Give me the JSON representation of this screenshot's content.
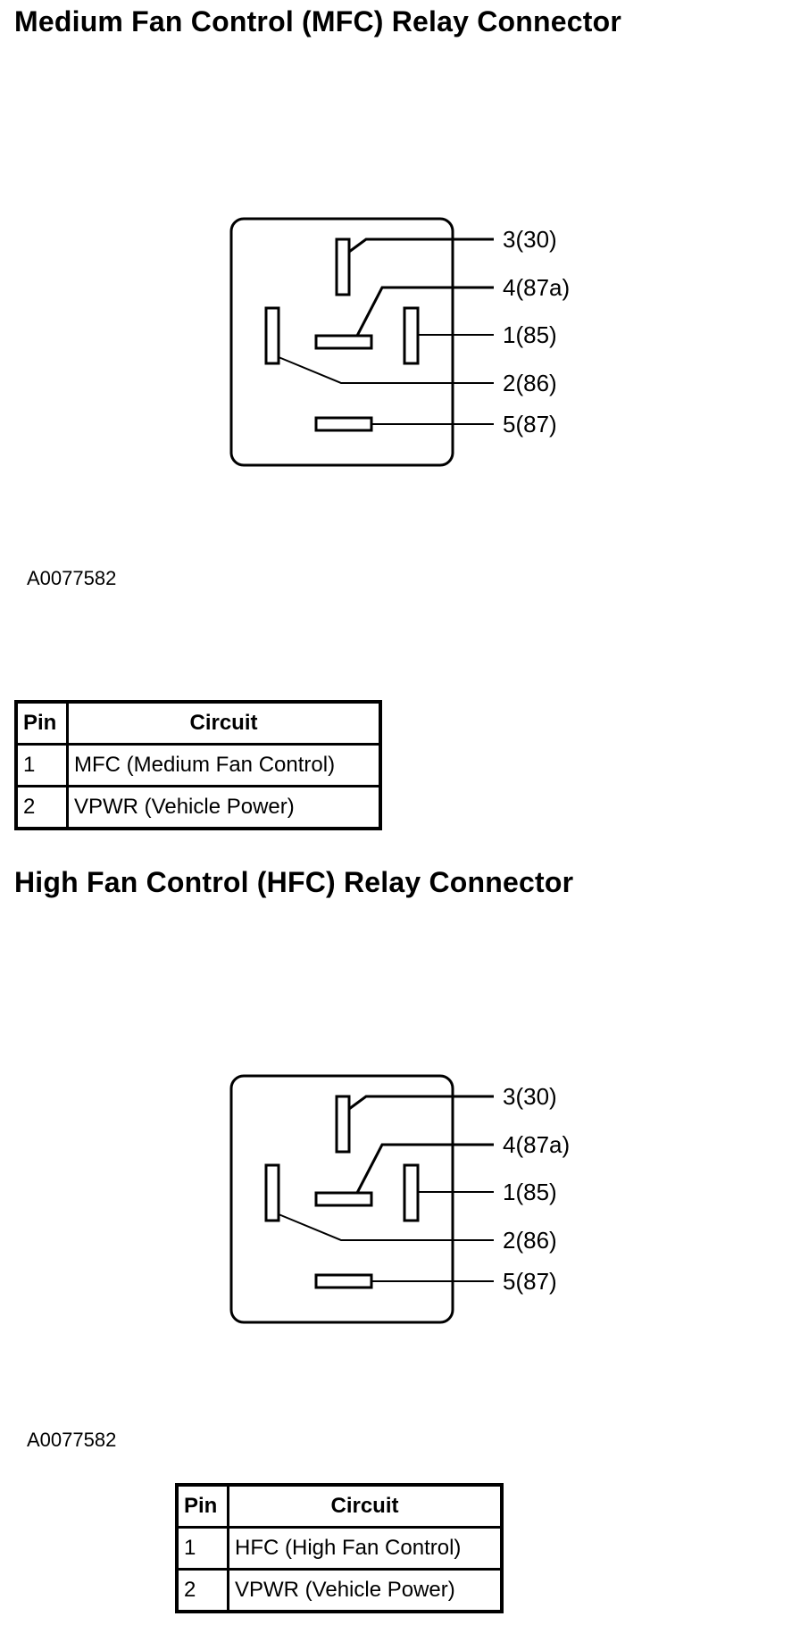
{
  "sections": [
    {
      "title": "Medium Fan Control (MFC) Relay Connector",
      "figure_id": "A0077582",
      "pin_labels": {
        "p3": "3(30)",
        "p4": "4(87a)",
        "p1": "1(85)",
        "p2": "2(86)",
        "p5": "5(87)"
      },
      "table": {
        "headers": [
          "Pin",
          "Circuit"
        ],
        "rows": [
          {
            "pin": "1",
            "circuit": "MFC (Medium Fan Control)"
          },
          {
            "pin": "2",
            "circuit": "VPWR (Vehicle Power)"
          }
        ]
      }
    },
    {
      "title": "High Fan Control (HFC) Relay Connector",
      "figure_id": "A0077582",
      "pin_labels": {
        "p3": "3(30)",
        "p4": "4(87a)",
        "p1": "1(85)",
        "p2": "2(86)",
        "p5": "5(87)"
      },
      "table": {
        "headers": [
          "Pin",
          "Circuit"
        ],
        "rows": [
          {
            "pin": "1",
            "circuit": "HFC (High Fan Control)"
          },
          {
            "pin": "2",
            "circuit": "VPWR (Vehicle Power)"
          }
        ]
      }
    }
  ]
}
